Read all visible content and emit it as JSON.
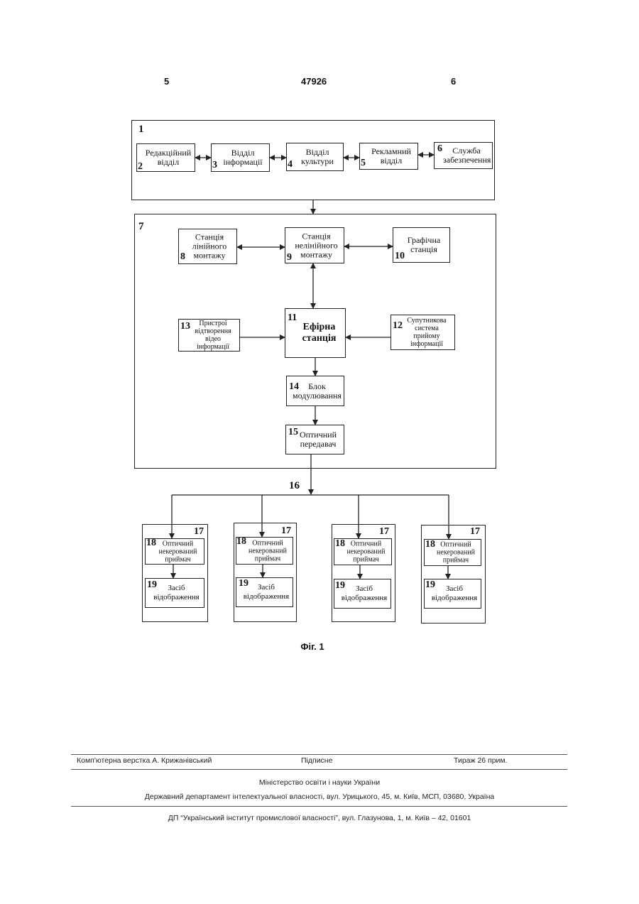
{
  "header": {
    "left_page": "5",
    "patent_no": "47926",
    "right_page": "6"
  },
  "figure": {
    "group1": {
      "num": "1",
      "boxes": [
        {
          "num": "2",
          "label": "Редакційний\nвідділ"
        },
        {
          "num": "3",
          "label": "Відділ\nінформації"
        },
        {
          "num": "4",
          "label": "Відділ\nкультури"
        },
        {
          "num": "5",
          "label": "Рекламний\nвідділ"
        },
        {
          "num": "6",
          "label": "Служба\nзабезпечення"
        }
      ]
    },
    "group7": {
      "num": "7",
      "linear": {
        "num": "8",
        "label": "Станція\nлінійного\nмонтажу"
      },
      "nonlinear": {
        "num": "9",
        "label": "Станція\nнелінійного\nмонтажу"
      },
      "graphic": {
        "num": "10",
        "label": "Графічна\nстанція"
      },
      "air": {
        "num": "11",
        "label": "Ефірна\nстанція"
      },
      "satellite": {
        "num": "12",
        "label": "Супутникова\nсистема прийому\nінформації"
      },
      "playback": {
        "num": "13",
        "label": "Пристрої\nвідтворення\nвідео інформації"
      },
      "modulation": {
        "num": "14",
        "label": "Блок\nмодулювання"
      },
      "transmitter": {
        "num": "15",
        "label": "Оптичний\nпередавач"
      }
    },
    "network_num": "16",
    "receivers": [
      {
        "num": "17",
        "rx_num": "18",
        "rx_label": "Оптичний\nнекерований\nприймач",
        "disp_num": "19",
        "disp_label": "Засіб\nвідображення"
      },
      {
        "num": "17",
        "rx_num": "18",
        "rx_label": "Оптичний\nнекерований\nприймач",
        "disp_num": "19",
        "disp_label": "Засіб\nвідображення"
      },
      {
        "num": "17",
        "rx_num": "18",
        "rx_label": "Оптичний\nнекерований\nприймач",
        "disp_num": "19",
        "disp_label": "Засіб\nвідображення"
      },
      {
        "num": "17",
        "rx_num": "18",
        "rx_label": "Оптичний\nнекерований\nприймач",
        "disp_num": "19",
        "disp_label": "Засіб\nвідображення"
      }
    ],
    "caption": "Фіг. 1"
  },
  "footer": {
    "layout_by": "Комп'ютерна верстка А. Крижанівський",
    "signed": "Підписне",
    "print_run": "Тираж 26 прим.",
    "ministry": "Міністерство освіти і науки України",
    "department": "Державний департамент інтелектуальної власності, вул. Урицького, 45, м. Київ, МСП, 03680, Україна",
    "institute": "ДП “Український інститут промислової власності”, вул. Глазунова, 1, м. Київ – 42, 01601"
  }
}
